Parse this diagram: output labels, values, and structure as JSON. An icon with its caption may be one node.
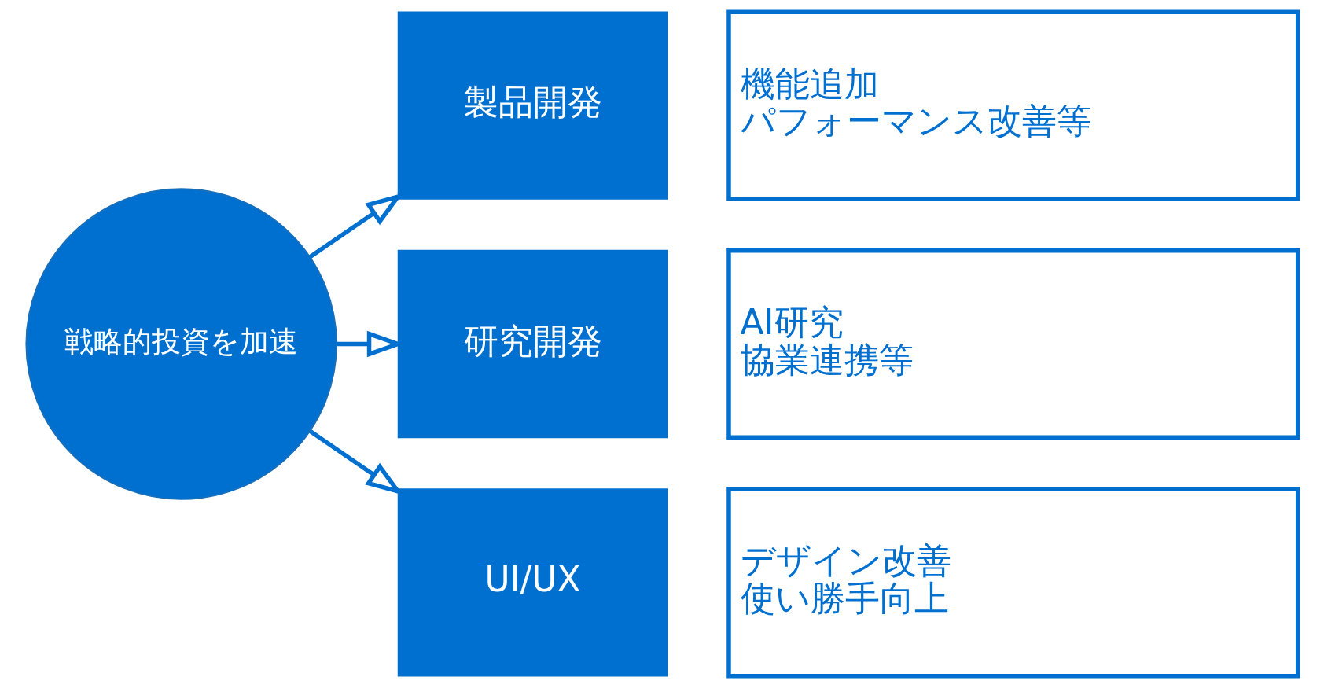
{
  "diagram": {
    "nodes": [
      {
        "text": [
          "戦略的投資を加速"
        ]
      },
      {
        "text": [
          "製品開発"
        ]
      },
      {
        "text": [
          "機能追加",
          "パフォーマンス改善等"
        ]
      },
      {
        "text": [
          "研究開発"
        ]
      },
      {
        "text": [
          "AI研究",
          "協業連携等"
        ]
      },
      {
        "text": [
          "UI/UX"
        ]
      },
      {
        "text": [
          "デザイン改善",
          "使い勝手向上"
        ]
      }
    ],
    "edges": [
      {
        "from": 0,
        "to": 1,
        "arrow": "to"
      },
      {
        "from": 0,
        "to": 3,
        "arrow": "to"
      },
      {
        "from": 0,
        "to": 5,
        "arrow": "to"
      }
    ]
  }
}
